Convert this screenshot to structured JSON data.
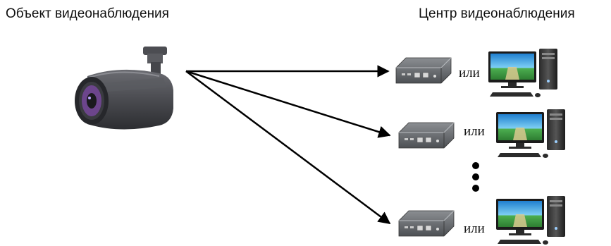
{
  "labels": {
    "source": "Объект видеонаблюдения",
    "destination": "Центр видеонаблюдения"
  },
  "connector_text": "или",
  "receivers": [
    {
      "connector": "или"
    },
    {
      "connector": "или"
    },
    {
      "connector": "или"
    }
  ],
  "icons": {
    "source": "cctv-bullet-camera-icon",
    "decoder": "video-decoder-box-icon",
    "workstation": "desktop-computer-icon",
    "continuation": "vertical-ellipsis-icon"
  },
  "colors": {
    "arrow": "#000000",
    "text": "#111111",
    "camera_body": "#4a4b50",
    "camera_ir_led": "#7d4aa6",
    "monitor_screen": "#3aa0d8",
    "monitor_grass": "#4caf50"
  }
}
